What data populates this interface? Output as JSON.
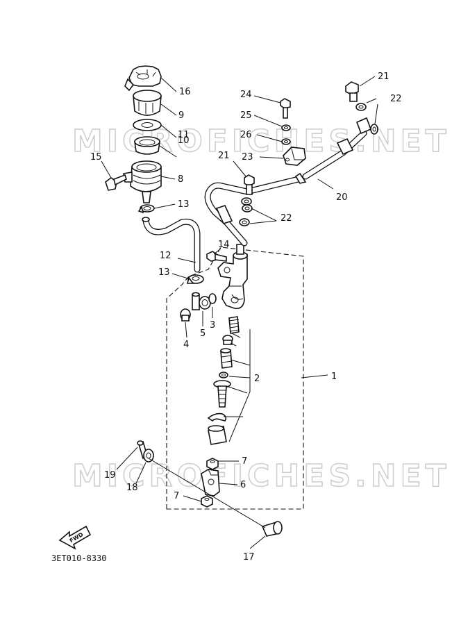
{
  "watermarks": [
    "MICROFICHES.NET",
    "MICROFICHES.NET"
  ],
  "diagram_code": "3ET010-8330",
  "forward_arrow_label": "FWD",
  "callouts": {
    "c1": "1",
    "c2": "2",
    "c3": "3",
    "c4": "4",
    "c5": "5",
    "c6": "6",
    "c7a": "7",
    "c7b": "7",
    "c8": "8",
    "c9": "9",
    "c10": "10",
    "c11": "11",
    "c12": "12",
    "c13a": "13",
    "c13b": "13",
    "c14": "14",
    "c15": "15",
    "c16": "16",
    "c17": "17",
    "c18": "18",
    "c19": "19",
    "c20": "20",
    "c21a": "21",
    "c21b": "21",
    "c22a": "22",
    "c22b": "22",
    "c23": "23",
    "c24": "24",
    "c25": "25",
    "c26": "26"
  }
}
